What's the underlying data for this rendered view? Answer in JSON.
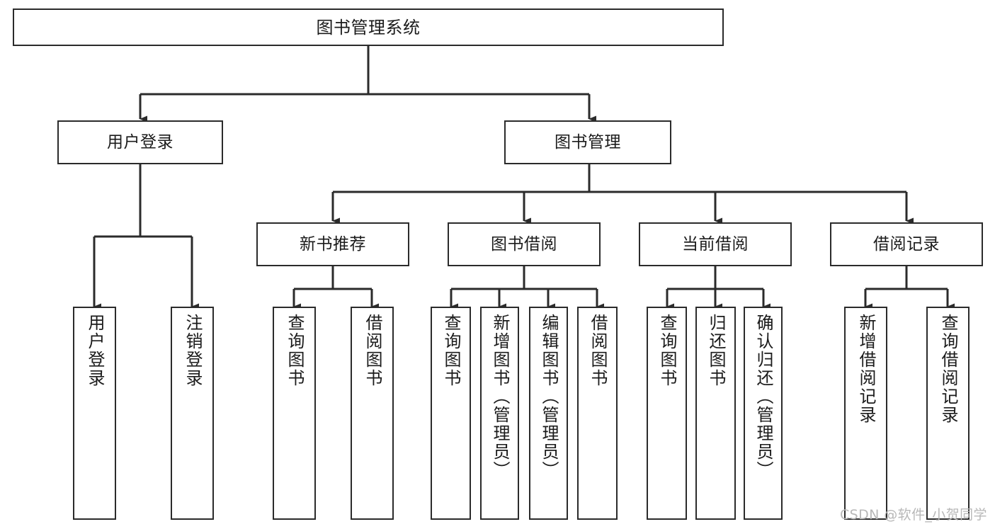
{
  "diagram": {
    "type": "tree",
    "title": "图书管理系统",
    "watermark": "CSDN @软件_小贺同学",
    "colors": {
      "stroke": "#2b2b2b",
      "fill": "#ffffff",
      "text": "#1b1b1b",
      "watermark": "#b8b8b8"
    },
    "nodes": {
      "root": "图书管理系统",
      "level2": [
        "用户登录",
        "图书管理"
      ],
      "level3": [
        "新书推荐",
        "图书借阅",
        "当前借阅",
        "借阅记录"
      ],
      "leaves_user_login": [
        "用户登录",
        "注销登录"
      ],
      "leaves_new_book": [
        "查询图书",
        "借阅图书"
      ],
      "leaves_borrow": [
        "查询图书",
        "新增图书（管理员）",
        "编辑图书（管理员）",
        "借阅图书"
      ],
      "leaves_current": [
        "查询图书",
        "归还图书",
        "确认归还（管理员）"
      ],
      "leaves_records": [
        "新增借阅记录",
        "查询借阅记录"
      ]
    }
  }
}
